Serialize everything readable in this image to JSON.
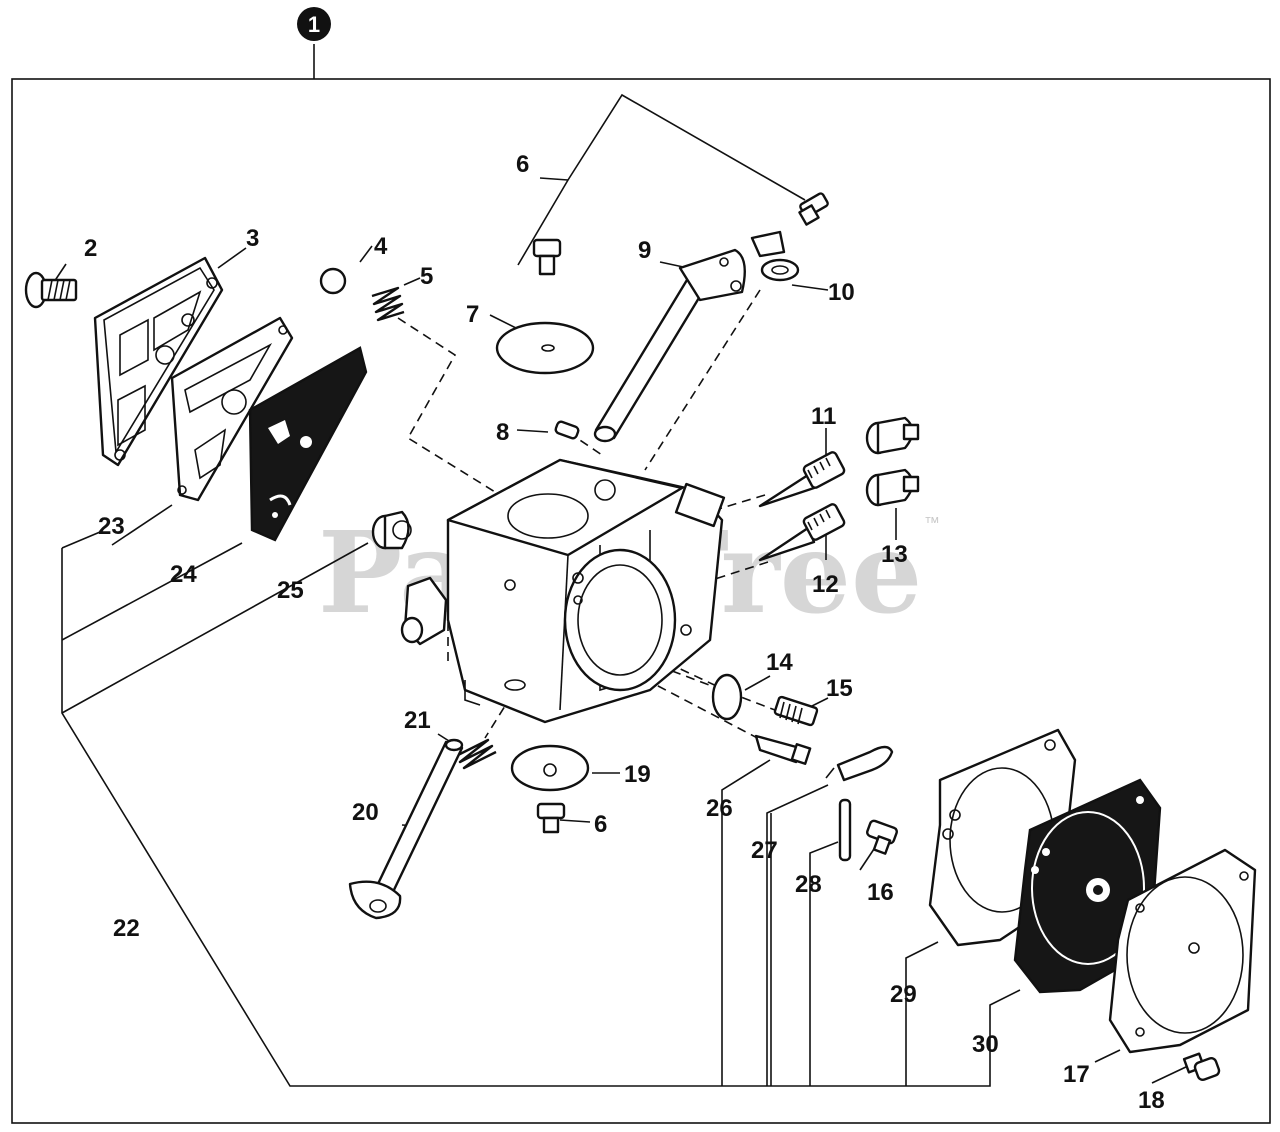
{
  "diagram": {
    "assembly_callout": "1",
    "watermark": "PartsTree",
    "trademark": "™",
    "labels": {
      "p2": "2",
      "p3": "3",
      "p4": "4",
      "p5": "5",
      "p6a": "6",
      "p6b": "6",
      "p7": "7",
      "p8": "8",
      "p9": "9",
      "p10": "10",
      "p11": "11",
      "p12": "12",
      "p13": "13",
      "p14": "14",
      "p15": "15",
      "p16": "16",
      "p17": "17",
      "p18": "18",
      "p19": "19",
      "p20": "20",
      "p21": "21",
      "p22": "22",
      "p23": "23",
      "p24": "24",
      "p25": "25",
      "p26": "26",
      "p27": "27",
      "p28": "28",
      "p29": "29",
      "p30": "30"
    }
  }
}
